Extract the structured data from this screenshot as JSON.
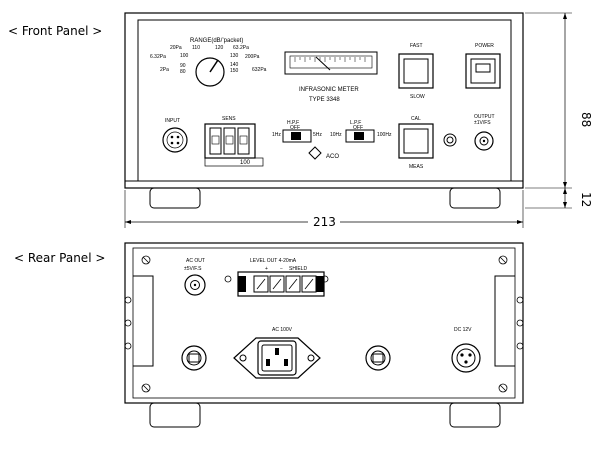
{
  "labels": {
    "front_panel": "< Front Panel >",
    "rear_panel": "< Rear Panel >"
  },
  "front": {
    "range_title": "RANGE(dB/ʼpacket)",
    "range_ticks_left": [
      "20Pa",
      "6.32Pa",
      "2Pa"
    ],
    "range_ticks_right": [
      "63.2Pa",
      "200Pa",
      "632Pa"
    ],
    "range_ticks_top": [
      "110",
      "120",
      "100"
    ],
    "range_ticks_inner": [
      "90",
      "80",
      "130",
      "140",
      "150"
    ],
    "meter_title": "INFRASONIC METER",
    "meter_type": "TYPE 3348",
    "fast_label": "FAST",
    "slow_label": "SLOW",
    "power_label": "POWER",
    "cal_label": "CAL",
    "meas_label": "MEAS",
    "input_label": "INPUT",
    "sens_label": "SENS",
    "sens_value": "100",
    "hpf_label": "H.P.F",
    "hpf_off": "OFF",
    "hpf_low": "1Hz",
    "hpf_high": "5Hz",
    "lpf_label": "L.P.F",
    "lpf_off": "OFF",
    "lpf_low": "10Hz",
    "lpf_high": "100Hz",
    "output_label": "OUTPUT",
    "output_sub": "±1V/FS",
    "brand": "ACO",
    "dim_width": "213",
    "dim_height": "88",
    "dim_feet": "12"
  },
  "rear": {
    "ac_out_label": "AC OUT",
    "ac_out_sub": "±5V/F.S",
    "level_out_label": "LEVEL OUT  4-20mA",
    "level_plus": "+",
    "level_minus": "−",
    "shield_label": "SHIELD",
    "ac100_label": "AC 100V",
    "dc12_label": "DC 12V"
  }
}
